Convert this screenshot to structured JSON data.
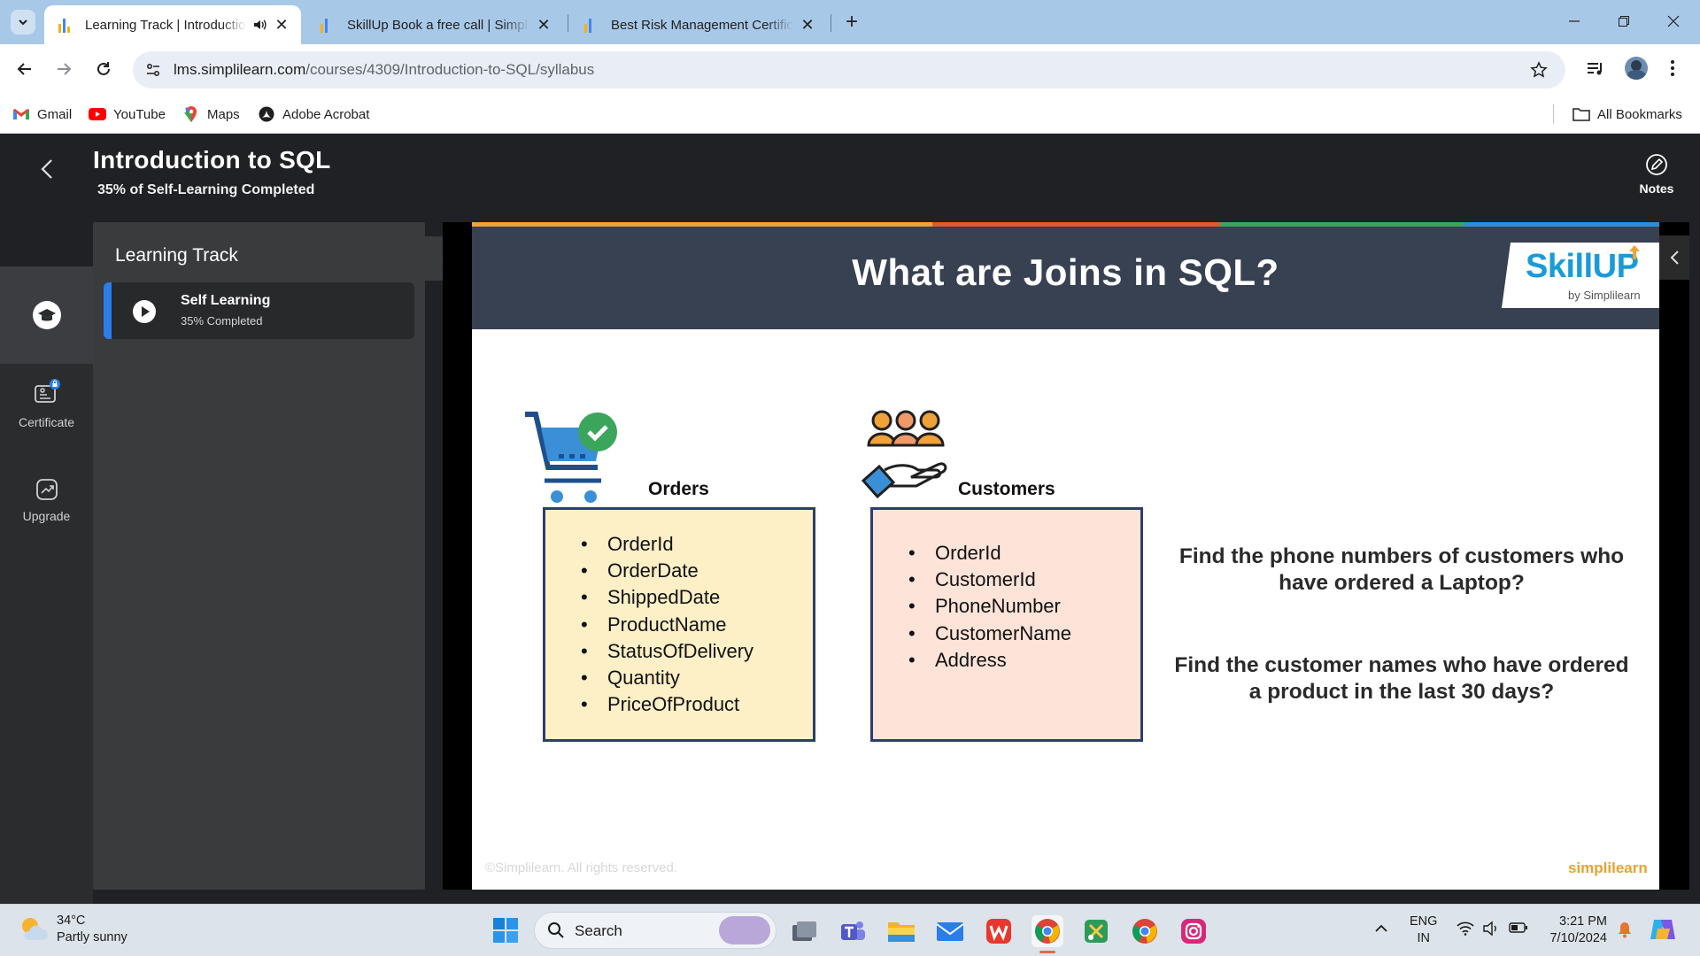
{
  "browser": {
    "tabs": [
      {
        "title": "Learning Track | Introduction to SQL",
        "active": true,
        "audio": true
      },
      {
        "title": "SkillUp Book a free call | Simplilearn",
        "active": false
      },
      {
        "title": "Best Risk Management Certification",
        "active": false
      }
    ],
    "url_host": "lms.simplilearn.com",
    "url_path": "/courses/4309/Introduction-to-SQL/syllabus",
    "bookmarks": [
      {
        "label": "Gmail",
        "icon": "gmail-icon"
      },
      {
        "label": "YouTube",
        "icon": "youtube-icon"
      },
      {
        "label": "Maps",
        "icon": "maps-icon"
      },
      {
        "label": "Adobe Acrobat",
        "icon": "acrobat-icon"
      }
    ],
    "all_bookmarks": "All Bookmarks"
  },
  "course": {
    "title": "Introduction to SQL",
    "progress": "35% of Self-Learning Completed",
    "notes_label": "Notes"
  },
  "rail": {
    "certificate": "Certificate",
    "upgrade": "Upgrade"
  },
  "track": {
    "heading": "Learning Track",
    "item_title": "Self Learning",
    "item_progress": "35% Completed"
  },
  "slide": {
    "title": "What are Joins in SQL?",
    "brand": "SkillUP",
    "brand_by": "by Simplilearn",
    "orders": {
      "label": "Orders",
      "fields": [
        "OrderId",
        "OrderDate",
        "ShippedDate",
        "ProductName",
        "StatusOfDelivery",
        "Quantity",
        "PriceOfProduct"
      ]
    },
    "customers": {
      "label": "Customers",
      "fields": [
        "OrderId",
        "CustomerId",
        "PhoneNumber",
        "CustomerName",
        "Address"
      ]
    },
    "question1": "Find the phone numbers of customers who have ordered a Laptop?",
    "question2": "Find the customer names who have ordered a product in the last 30 days?",
    "copyright": "©Simplilearn. All rights reserved.",
    "footer_logo": "simplilearn"
  },
  "taskbar": {
    "temp": "34°C",
    "weather": "Partly sunny",
    "search": "Search",
    "lang1": "ENG",
    "lang2": "IN",
    "time": "3:21 PM",
    "date": "7/10/2024"
  },
  "colors": {
    "accent_blue": "#2b7de9",
    "slide_header": "#384152",
    "orders_fill": "#fdefc6",
    "customers_fill": "#fde3d8",
    "box_border": "#2c3e6e"
  }
}
